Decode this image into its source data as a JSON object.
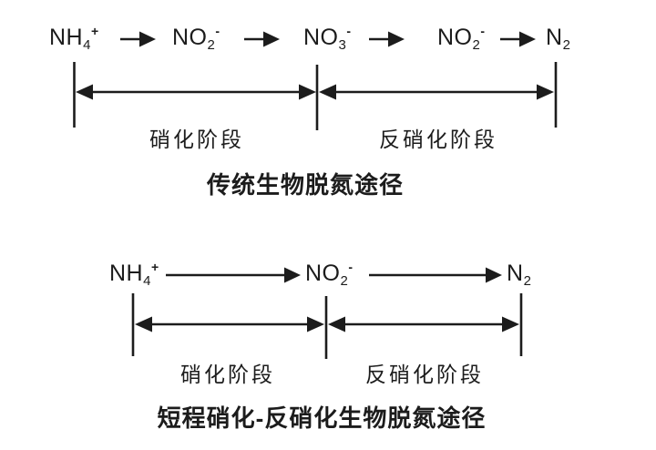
{
  "page": {
    "background": "#ffffff",
    "ink": "#1c1c1c"
  },
  "diagram1": {
    "title": "传统生物脱氮途径",
    "species": [
      {
        "base": "NH",
        "sub": "4",
        "sup": "+"
      },
      {
        "base": "NO",
        "sub": "2",
        "sup": "-"
      },
      {
        "base": "NO",
        "sub": "3",
        "sup": "-"
      },
      {
        "base": "NO",
        "sub": "2",
        "sup": "-"
      },
      {
        "base": "N",
        "sub": "2",
        "sup": ""
      }
    ],
    "stages": [
      {
        "label": "硝化阶段"
      },
      {
        "label": "反硝化阶段"
      }
    ]
  },
  "diagram2": {
    "title": "短程硝化-反硝化生物脱氮途径",
    "species": [
      {
        "base": "NH",
        "sub": "4",
        "sup": "+"
      },
      {
        "base": "NO",
        "sub": "2",
        "sup": "-"
      },
      {
        "base": "N",
        "sub": "2",
        "sup": ""
      }
    ],
    "stages": [
      {
        "label": "硝化阶段"
      },
      {
        "label": "反硝化阶段"
      }
    ]
  }
}
